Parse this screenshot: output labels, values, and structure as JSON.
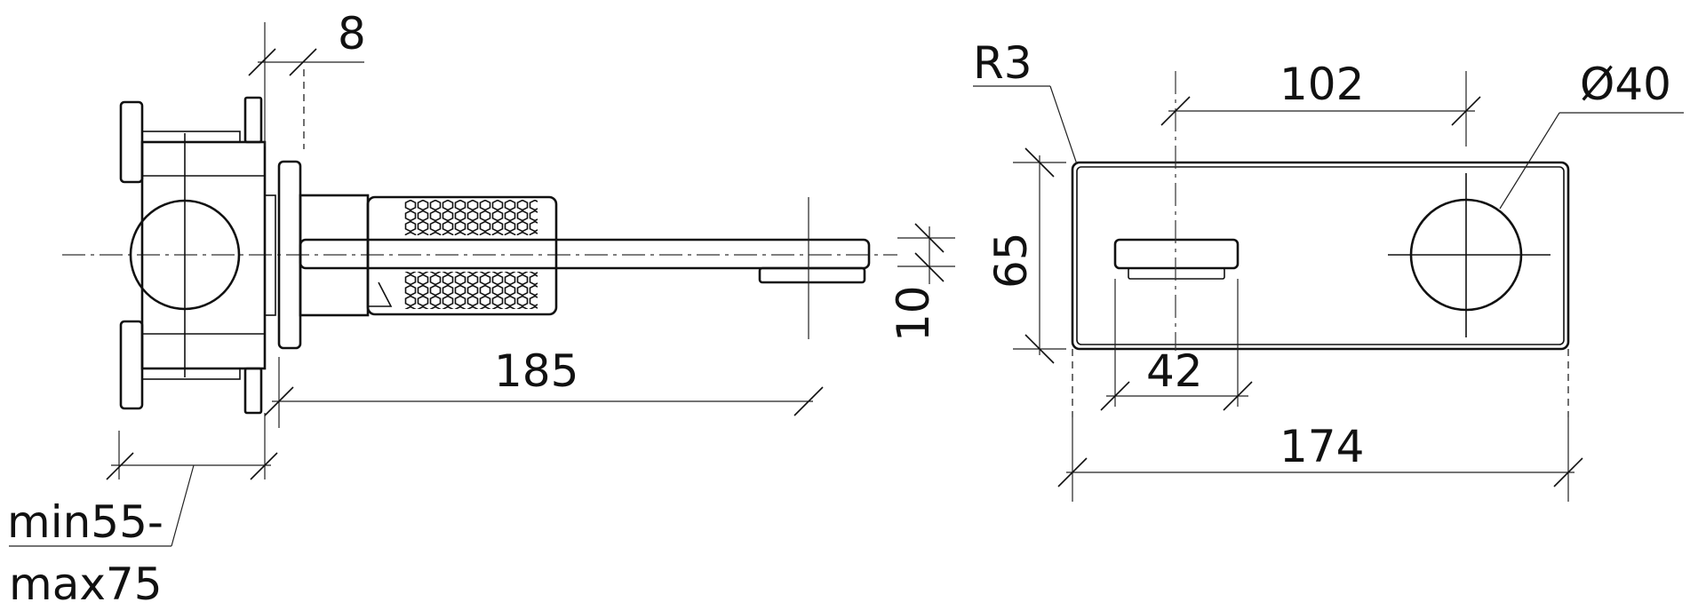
{
  "dimensions": {
    "top_offset": "8",
    "radius": "R3",
    "hole_spacing": "102",
    "diameter": "Ø40",
    "plate_height": "65",
    "spout_drop": "10",
    "spout_reach": "185",
    "lever_width": "42",
    "plate_width": "174",
    "wall_depth_min": "min55-",
    "wall_depth_max": "max75"
  }
}
